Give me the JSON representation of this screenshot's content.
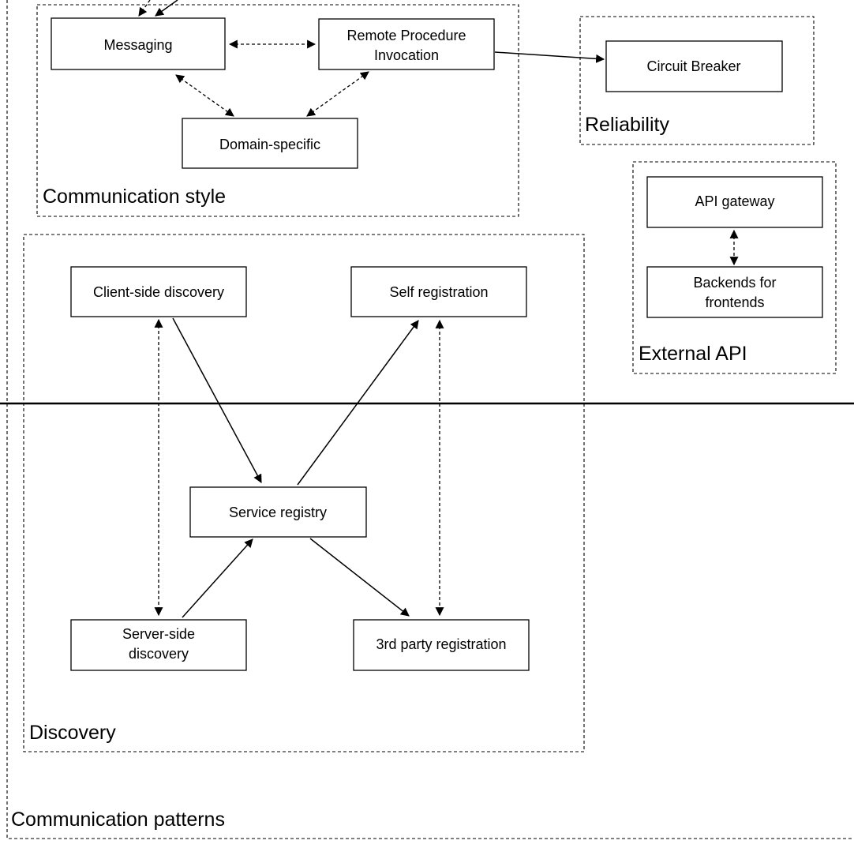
{
  "groups": {
    "communication_patterns": {
      "label": "Communication patterns"
    },
    "communication_style": {
      "label": "Communication style"
    },
    "reliability": {
      "label": "Reliability"
    },
    "external_api": {
      "label": "External API"
    },
    "discovery": {
      "label": "Discovery"
    }
  },
  "nodes": {
    "messaging": {
      "lines": [
        "Messaging"
      ]
    },
    "rpi": {
      "lines": [
        "Remote Procedure",
        "Invocation"
      ]
    },
    "domain_specific": {
      "lines": [
        "Domain-specific"
      ]
    },
    "circuit_breaker": {
      "lines": [
        "Circuit Breaker"
      ]
    },
    "api_gateway": {
      "lines": [
        "API gateway"
      ]
    },
    "bff": {
      "lines": [
        "Backends for",
        "frontends"
      ]
    },
    "client_side_discovery": {
      "lines": [
        "Client-side discovery"
      ]
    },
    "self_registration": {
      "lines": [
        "Self registration"
      ]
    },
    "service_registry": {
      "lines": [
        "Service registry"
      ]
    },
    "server_side_discovery": {
      "lines": [
        "Server-side",
        "discovery"
      ]
    },
    "third_party_registration": {
      "lines": [
        "3rd party registration"
      ]
    }
  },
  "edges": [
    {
      "from": "messaging",
      "to": "rpi",
      "style": "dashed",
      "direction": "both"
    },
    {
      "from": "messaging",
      "to": "domain_specific",
      "style": "dashed",
      "direction": "both"
    },
    {
      "from": "domain_specific",
      "to": "rpi",
      "style": "dashed",
      "direction": "both"
    },
    {
      "from": "rpi",
      "to": "circuit_breaker",
      "style": "solid",
      "direction": "forward"
    },
    {
      "from": "api_gateway",
      "to": "bff",
      "style": "dashed",
      "direction": "both"
    },
    {
      "from": "client_side_discovery",
      "to": "service_registry",
      "style": "solid",
      "direction": "forward"
    },
    {
      "from": "service_registry",
      "to": "self_registration",
      "style": "solid",
      "direction": "forward"
    },
    {
      "from": "server_side_discovery",
      "to": "service_registry",
      "style": "solid",
      "direction": "forward"
    },
    {
      "from": "service_registry",
      "to": "third_party_registration",
      "style": "solid",
      "direction": "forward"
    },
    {
      "from": "client_side_discovery",
      "to": "server_side_discovery",
      "style": "dashed",
      "direction": "both"
    },
    {
      "from": "self_registration",
      "to": "third_party_registration",
      "style": "dashed",
      "direction": "both"
    },
    {
      "from": "upstream",
      "to": "messaging",
      "style": "dashed",
      "direction": "forward"
    },
    {
      "from": "upstream",
      "to": "messaging",
      "style": "solid",
      "direction": "forward"
    }
  ],
  "colors": {
    "stroke": "#000000",
    "box_fill": "#ffffff",
    "background": "#ffffff"
  }
}
